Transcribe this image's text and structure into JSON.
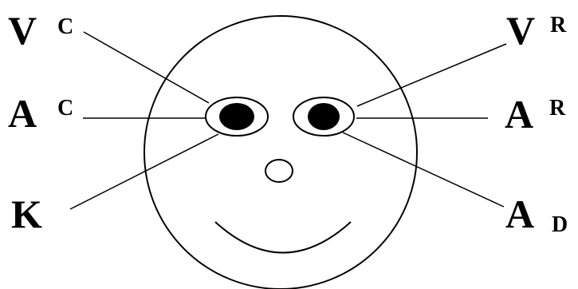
{
  "colors": {
    "stroke": "#000000",
    "pupil": "#000000",
    "background": "#ffffff"
  },
  "labels": {
    "left": [
      {
        "letter": "V",
        "sub": "C"
      },
      {
        "letter": "A",
        "sub": "C"
      },
      {
        "letter": "K",
        "sub": ""
      }
    ],
    "right": [
      {
        "letter": "V",
        "sub": "R"
      },
      {
        "letter": "A",
        "sub": "R"
      },
      {
        "letter": "A",
        "sub": "D"
      }
    ]
  }
}
